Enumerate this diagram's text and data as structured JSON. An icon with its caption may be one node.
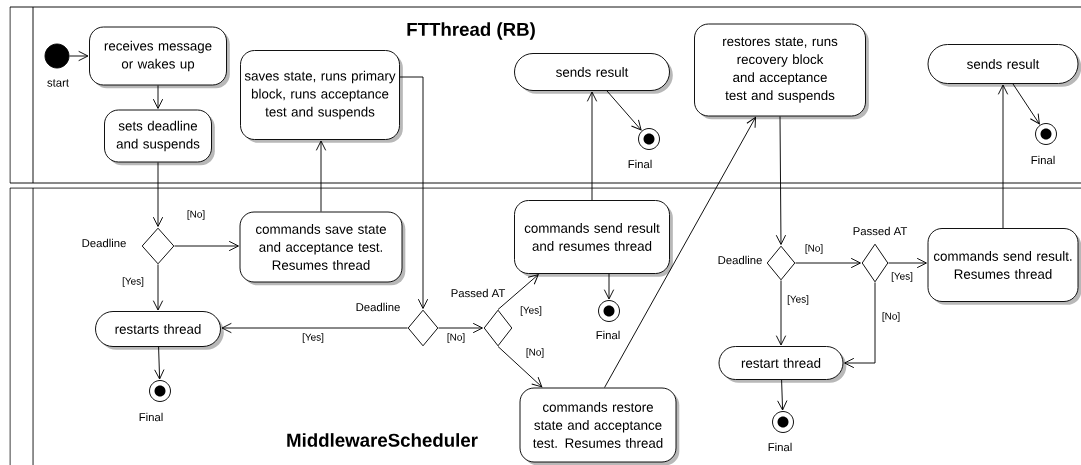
{
  "diagram": {
    "nodes": [
      {
        "text": [
          "FTThread (RB)"
        ]
      },
      {
        "text": [
          "MiddlewareScheduler"
        ]
      },
      {
        "text": [],
        "shape": "circle",
        "in": 0,
        "beside": [
          "start"
        ]
      },
      {
        "text": [
          "receives message or wakes up"
        ],
        "in": 0
      },
      {
        "text": [
          "sets deadline and suspends"
        ],
        "in": 0
      },
      {
        "text": [
          "saves state, runs primary block, runs acceptance test and suspends"
        ],
        "in": 0
      },
      {
        "text": [
          "sends result"
        ],
        "in": 0
      },
      {
        "text": [],
        "shape": "bullseye",
        "in": 0,
        "beside": [
          "Final"
        ]
      },
      {
        "text": [
          "restores state, runs recovery block and acceptance test and suspends"
        ],
        "in": 0
      },
      {
        "text": [
          "sends result"
        ],
        "in": 0
      },
      {
        "text": [],
        "shape": "bullseye",
        "in": 0,
        "beside": [
          "Final"
        ]
      },
      {
        "text": [],
        "shape": "diamond",
        "in": 1,
        "beside": [
          "Deadline"
        ]
      },
      {
        "text": [
          "commands save state and acceptance test. Resumes thread"
        ],
        "in": 1
      },
      {
        "text": [
          "restarts thread"
        ],
        "in": 1
      },
      {
        "text": [],
        "shape": "bullseye",
        "in": 1,
        "beside": [
          "Final"
        ]
      },
      {
        "text": [],
        "shape": "diamond",
        "in": 1,
        "beside": [
          "Deadline"
        ]
      },
      {
        "text": [],
        "shape": "diamond",
        "in": 1,
        "beside": [
          "Passed AT"
        ]
      },
      {
        "text": [
          "commands send result and resumes thread"
        ],
        "in": 1
      },
      {
        "text": [],
        "shape": "bullseye",
        "in": 1,
        "beside": [
          "Final"
        ]
      },
      {
        "text": [
          "commands restore state and acceptance test. Resumes thread"
        ],
        "in": 1
      },
      {
        "text": [],
        "shape": "diamond",
        "in": 1,
        "beside": [
          "Deadline"
        ]
      },
      {
        "text": [],
        "shape": "diamond",
        "in": 1,
        "beside": [
          "Passed AT"
        ]
      },
      {
        "text": [
          "commands send result. Resumes thread"
        ],
        "in": 1
      },
      {
        "text": [
          "restart thread"
        ],
        "in": 1
      },
      {
        "text": [],
        "shape": "bullseye",
        "in": 1,
        "beside": [
          "Final"
        ]
      }
    ],
    "edges": [
      {
        "from": 2,
        "to": 3,
        "arrow": "to"
      },
      {
        "from": 3,
        "to": 4,
        "arrow": "to"
      },
      {
        "from": 4,
        "to": 11,
        "arrow": "to"
      },
      {
        "from": 11,
        "to": 12,
        "arrow": "to",
        "label": "[No]"
      },
      {
        "from": 11,
        "to": 13,
        "arrow": "to",
        "label": "[Yes]"
      },
      {
        "from": 12,
        "to": 5,
        "arrow": "to"
      },
      {
        "from": 5,
        "to": 15,
        "arrow": "to"
      },
      {
        "from": 15,
        "to": 13,
        "arrow": "to",
        "label": "[Yes]"
      },
      {
        "from": 15,
        "to": 16,
        "arrow": "to",
        "label": "[No]"
      },
      {
        "from": 16,
        "to": 17,
        "arrow": "to",
        "label": "[Yes]"
      },
      {
        "from": 16,
        "to": 19,
        "arrow": "to",
        "label": "[No]"
      },
      {
        "from": 17,
        "to": 6,
        "arrow": "to"
      },
      {
        "from": 6,
        "to": 7,
        "arrow": "to"
      },
      {
        "from": 13,
        "to": 14,
        "arrow": "to"
      },
      {
        "from": 19,
        "to": 8,
        "arrow": "to"
      },
      {
        "from": 8,
        "to": 20,
        "arrow": "to"
      },
      {
        "from": 20,
        "to": 21,
        "arrow": "to",
        "label": "[No]"
      },
      {
        "from": 20,
        "to": 23,
        "arrow": "to",
        "label": "[Yes]"
      },
      {
        "from": 21,
        "to": 22,
        "arrow": "to",
        "label": "[Yes]"
      },
      {
        "from": 21,
        "to": 23,
        "arrow": "to",
        "label": "[No]"
      },
      {
        "from": 17,
        "to": 18,
        "arrow": "to"
      },
      {
        "from": 22,
        "to": 9,
        "arrow": "to"
      },
      {
        "from": 9,
        "to": 10,
        "arrow": "to"
      },
      {
        "from": 23,
        "to": 24,
        "arrow": "to"
      }
    ]
  }
}
